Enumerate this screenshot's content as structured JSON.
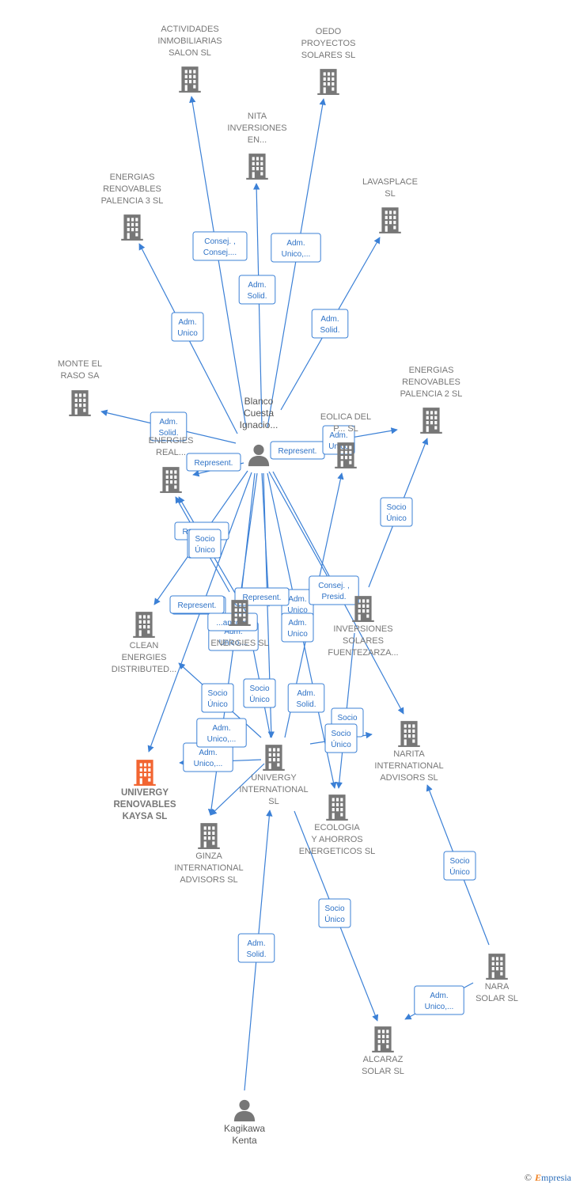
{
  "colors": {
    "edge": "#3b80d6",
    "building": "#777777",
    "focus": "#f26531",
    "person": "#777777"
  },
  "nodes": [
    {
      "id": "actividades",
      "type": "company",
      "label": [
        "ACTIVIDADES",
        "INMOBILIARIAS",
        "SALON SL"
      ]
    },
    {
      "id": "oedo",
      "type": "company",
      "label": [
        "OEDO",
        "PROYECTOS",
        "SOLARES SL"
      ]
    },
    {
      "id": "nita",
      "type": "company",
      "label": [
        "NITA",
        "INVERSIONES",
        "EN..."
      ]
    },
    {
      "id": "energias3",
      "type": "company",
      "label": [
        "ENERGIAS",
        "RENOVABLES",
        "PALENCIA 3 SL"
      ]
    },
    {
      "id": "lavasplace",
      "type": "company",
      "label": [
        "LAVASPLACE",
        "SL"
      ]
    },
    {
      "id": "monte",
      "type": "company",
      "label": [
        "MONTE EL",
        "RASO SA"
      ]
    },
    {
      "id": "energias2",
      "type": "company",
      "label": [
        "ENERGIAS",
        "RENOVABLES",
        "PALENCIA 2 SL"
      ]
    },
    {
      "id": "eolica",
      "type": "company",
      "label": [
        "EOLICA DEL",
        "P... SL"
      ]
    },
    {
      "id": "energiesreal",
      "type": "company",
      "label": [
        "ENERGIES",
        "REAL..."
      ]
    },
    {
      "id": "blanco",
      "type": "person",
      "label": [
        "Blanco",
        "Cuesta",
        "Ignacio..."
      ]
    },
    {
      "id": "clean",
      "type": "company",
      "label": [
        "CLEAN",
        "ENERGIES",
        "DISTRIBUTED..."
      ]
    },
    {
      "id": "inversiones",
      "type": "company",
      "label": [
        "INVERSIONES",
        "SOLARES",
        "FUENTEZARZA..."
      ]
    },
    {
      "id": "univergyenergies",
      "type": "company",
      "label": [
        "ENERGIES SL"
      ]
    },
    {
      "id": "narita",
      "type": "company",
      "label": [
        "NARITA",
        "INTERNATIONAL",
        "ADVISORS SL"
      ]
    },
    {
      "id": "kaysa",
      "type": "focus",
      "label": [
        "UNIVERGY",
        "RENOVABLES",
        "KAYSA SL"
      ]
    },
    {
      "id": "univergyintl",
      "type": "company",
      "label": [
        "UNIVERGY",
        "INTERNATIONAL",
        "SL"
      ]
    },
    {
      "id": "ecologia",
      "type": "company",
      "label": [
        "ECOLOGIA",
        "Y AHORROS",
        "ENERGETICOS SL"
      ]
    },
    {
      "id": "ginza",
      "type": "company",
      "label": [
        "GINZA",
        "INTERNATIONAL",
        "ADVISORS SL"
      ]
    },
    {
      "id": "nara",
      "type": "company",
      "label": [
        "NARA",
        "SOLAR SL"
      ]
    },
    {
      "id": "alcaraz",
      "type": "company",
      "label": [
        "ALCARAZ",
        "SOLAR SL"
      ]
    },
    {
      "id": "kagikawa",
      "type": "person",
      "label": [
        "Kagikawa",
        "Kenta"
      ]
    }
  ],
  "edges": [
    {
      "from": "blanco",
      "to": "actividades",
      "label": [
        "Consej. ,",
        "Consej...."
      ]
    },
    {
      "from": "blanco",
      "to": "nita",
      "label": [
        "Adm.",
        "Solid."
      ]
    },
    {
      "from": "blanco",
      "to": "oedo",
      "label": [
        "Adm.",
        "Unico,..."
      ]
    },
    {
      "from": "blanco",
      "to": "energias3",
      "label": [
        "Adm.",
        "Unico"
      ]
    },
    {
      "from": "blanco",
      "to": "lavasplace",
      "label": [
        "Adm.",
        "Solid."
      ]
    },
    {
      "from": "blanco",
      "to": "monte",
      "label": [
        "Adm.",
        "Solid."
      ]
    },
    {
      "from": "blanco",
      "to": "eolica",
      "label": [
        "Represent."
      ]
    },
    {
      "from": "blanco",
      "to": "energias2",
      "label": [
        "Adm.",
        "Unico"
      ]
    },
    {
      "from": "blanco",
      "to": "energiesreal",
      "label": [
        "Represent."
      ]
    },
    {
      "from": "blanco",
      "to": "clean",
      "label": [
        "Represent."
      ]
    },
    {
      "from": "blanco",
      "to": "univergyenergies",
      "label": [
        "Represent."
      ]
    },
    {
      "from": "blanco",
      "to": "univergyenergies",
      "label": [
        "Adm.",
        "Unico"
      ]
    },
    {
      "from": "blanco",
      "to": "inversiones",
      "label": [
        "Consej. ,",
        "Presid."
      ]
    },
    {
      "from": "blanco",
      "to": "kaysa",
      "label": [
        "Represent."
      ]
    },
    {
      "from": "blanco",
      "to": "narita",
      "label": [
        "Adm.",
        "Unico"
      ]
    },
    {
      "from": "blanco",
      "to": "ginza",
      "label": [
        "Adm.",
        "Unico,..."
      ]
    },
    {
      "from": "blanco",
      "to": "univergyintl",
      "label": [
        "Adm.",
        "Solid."
      ]
    },
    {
      "from": "blanco",
      "to": "ecologia",
      "label": [
        "Represent."
      ]
    },
    {
      "from": "inversiones",
      "to": "energias2",
      "label": [
        "Socio",
        "Único"
      ]
    },
    {
      "from": "univergyenergies",
      "to": "energiesreal",
      "label": [
        "Socio",
        "Único"
      ]
    },
    {
      "from": "univergyenergies",
      "to": "energiesreal",
      "label": [
        "Socio",
        "Único"
      ]
    },
    {
      "from": "univergyintl",
      "to": "eolica",
      "label": [
        "Socio",
        "Único"
      ]
    },
    {
      "from": "univergyintl",
      "to": "clean",
      "label": [
        "Socio",
        "Único"
      ]
    },
    {
      "from": "univergyintl",
      "to": "kaysa",
      "label": [
        "Adm.",
        "Unico,..."
      ]
    },
    {
      "from": "univergyintl",
      "to": "univergyenergies",
      "label": [
        "Socio",
        "Único"
      ]
    },
    {
      "from": "univergyintl",
      "to": "narita",
      "label": [
        "Socio",
        "Único"
      ]
    },
    {
      "from": "inversiones",
      "to": "ecologia",
      "label": [
        "Socio",
        "Único"
      ]
    },
    {
      "from": "univergyintl",
      "to": "alcaraz",
      "label": [
        "Socio",
        "Único"
      ]
    },
    {
      "from": "univergyintl",
      "to": "ginza",
      "label": [
        "Adm.",
        "Unico,..."
      ]
    },
    {
      "from": "nara",
      "to": "narita",
      "label": [
        "Socio",
        "Único"
      ]
    },
    {
      "from": "nara",
      "to": "alcaraz",
      "label": [
        "Adm.",
        "Unico,..."
      ]
    },
    {
      "from": "kagikawa",
      "to": "univergyintl",
      "label": [
        "Adm.",
        "Solid."
      ]
    }
  ],
  "overlay_labels": [
    {
      "label": [
        "Socio",
        "Único"
      ]
    },
    {
      "label": [
        "Represent."
      ]
    },
    {
      "label": [
        "...ancom."
      ]
    }
  ],
  "brand": {
    "copyright": "©",
    "name": "mpresia",
    "initial": "E"
  }
}
